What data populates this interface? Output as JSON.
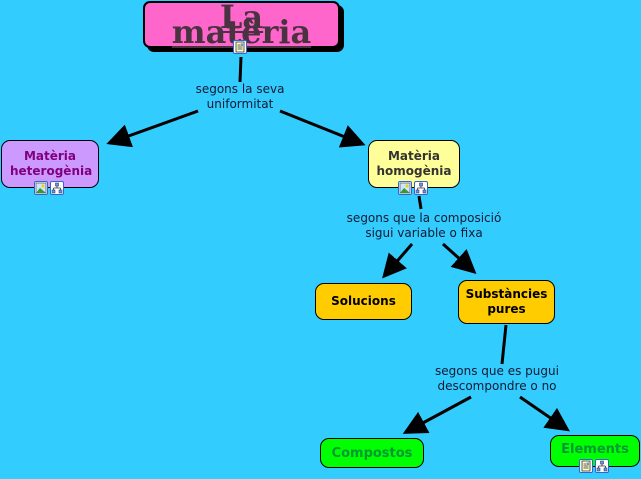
{
  "colors": {
    "background": "#33ccff",
    "title_fill": "#ff66cc",
    "heterogeneous_fill": "#cc99ff",
    "homogeneous_fill": "#ffff99",
    "orange_fill": "#ffcc00",
    "green_fill": "#00ff00",
    "link_color": "#000000"
  },
  "nodes": {
    "root": {
      "label": "La matèria",
      "icons": [
        "document-icon"
      ]
    },
    "heterogeneous": {
      "label": "Matèria heterogènia",
      "icons": [
        "image-icon",
        "submap-icon"
      ]
    },
    "homogeneous": {
      "label": "Matèria homogènia",
      "icons": [
        "image-icon",
        "submap-icon"
      ]
    },
    "solutions": {
      "label": "Solucions"
    },
    "pure_substances": {
      "label": "Substàncies pures"
    },
    "compounds": {
      "label": "Compostos"
    },
    "elements": {
      "label": "Elements",
      "icons": [
        "document-icon",
        "submap-icon"
      ]
    }
  },
  "links": {
    "uniformity": {
      "line1": "segons la seva",
      "line2": "uniformitat"
    },
    "composition": {
      "line1": "segons que la composició",
      "line2": "sigui variable o fixa"
    },
    "decompose": {
      "line1": "segons que es pugui",
      "line2": "descompondre o no"
    }
  }
}
